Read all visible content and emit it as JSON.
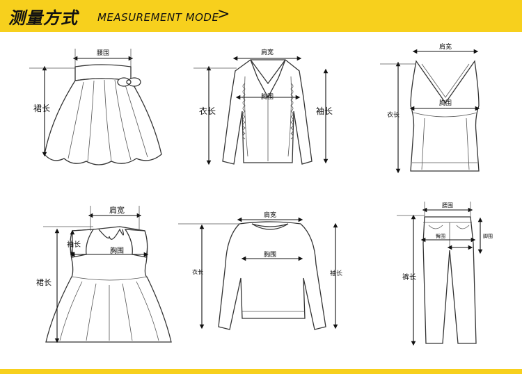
{
  "header": {
    "title_cn": "测量方式",
    "title_en": "MEASUREMENT MODE",
    "arrow": ">"
  },
  "colors": {
    "banner": "#f7d01d",
    "line": "#333333"
  },
  "garments": {
    "skirt": {
      "waist": "腰围",
      "length": "裙长"
    },
    "jacket": {
      "shoulder": "肩宽",
      "chest": "胸围",
      "length": "衣长",
      "sleeve": "袖长"
    },
    "vest": {
      "shoulder": "肩宽",
      "chest": "胸围",
      "length": "衣长"
    },
    "dress": {
      "shoulder": "肩宽",
      "sleeve": "袖长",
      "chest": "胸围",
      "length": "裙长"
    },
    "sweater": {
      "shoulder": "肩宽",
      "chest": "胸围",
      "length": "衣长",
      "sleeve": "袖长"
    },
    "pants": {
      "waist": "腰围",
      "hip": "臀围",
      "length": "裤长",
      "rise": "脚围"
    }
  }
}
